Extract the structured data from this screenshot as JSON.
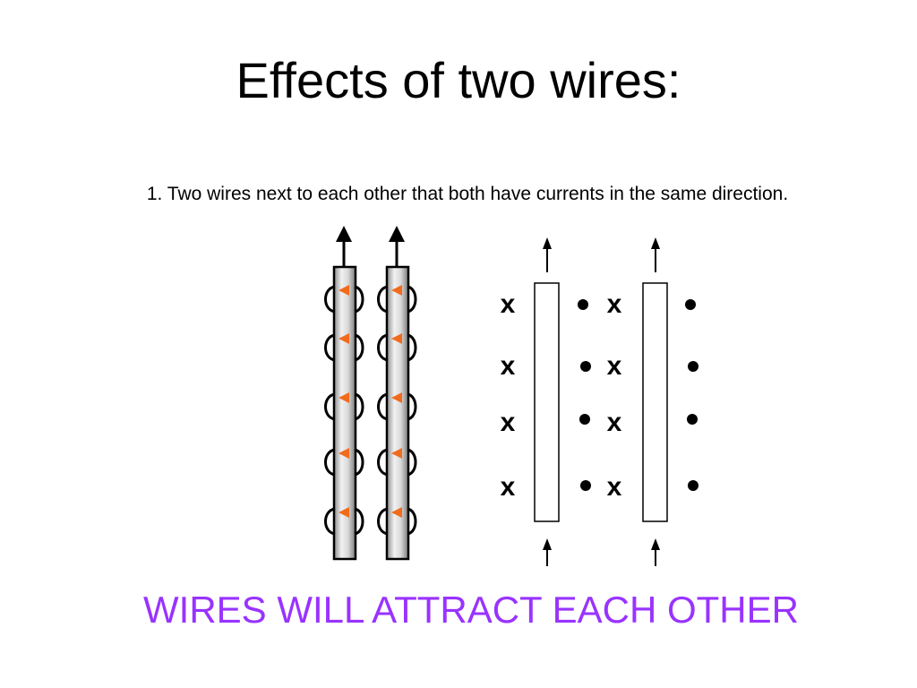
{
  "slide": {
    "title": "Effects of two wires:",
    "description": "1. Two wires next to each other that both have currents in the same direction.",
    "conclusion": "WIRES WILL ATTRACT EACH OTHER"
  },
  "colors": {
    "conclusion_text": "#9933ff",
    "field_arrow": "#f26b1d",
    "wire_fill": "#c9c9c9",
    "ink": "#000000"
  },
  "field_diagram": {
    "into_page_symbol": "x",
    "out_of_page_symbol": "•",
    "rows": 4,
    "wires": 2
  }
}
